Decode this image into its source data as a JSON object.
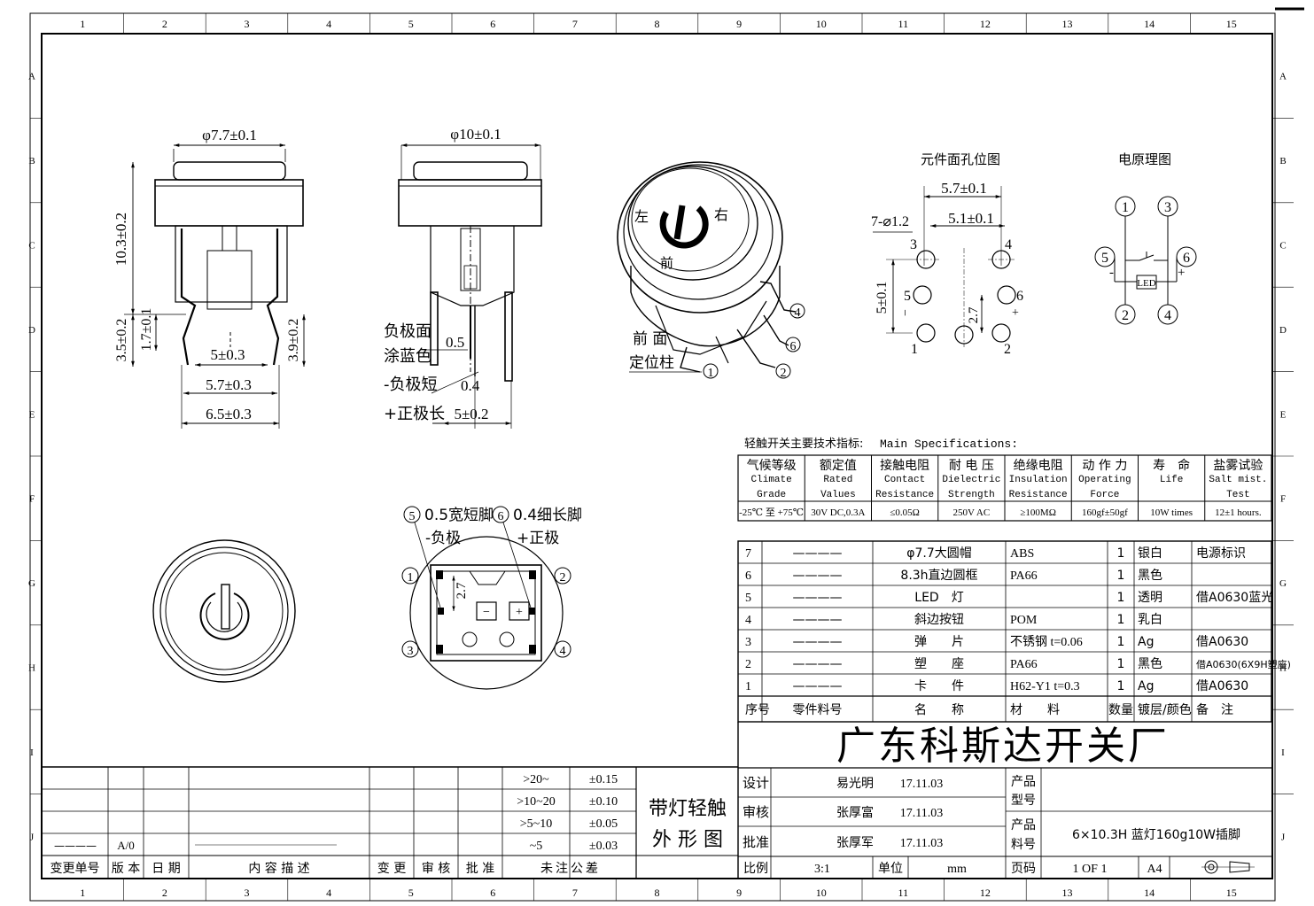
{
  "grid": {
    "columns": [
      "1",
      "2",
      "3",
      "4",
      "5",
      "6",
      "7",
      "8",
      "9",
      "10",
      "11",
      "12",
      "13",
      "14",
      "15"
    ],
    "rows": [
      "A",
      "B",
      "C",
      "D",
      "E",
      "F",
      "G",
      "H",
      "I",
      "J"
    ]
  },
  "view_side": {
    "dia": "φ7.7±0.1",
    "height": "10.3±0.2",
    "dim_35": "3.5±0.2",
    "dim_17": "1.7±0.1",
    "dim_39": "3.9±0.2",
    "dim_5": "5±0.3",
    "dim_57": "5.7±0.3",
    "dim_65": "6.5±0.3"
  },
  "view_front": {
    "dia": "φ10±0.1",
    "neg_face_1": "负极面",
    "neg_face_2": "涂蓝色",
    "dim_05": "0.5",
    "neg_short": "-负极短",
    "dim_04": "0.4",
    "pos_long": "+正极长",
    "dim_5": "5±0.2"
  },
  "view_iso": {
    "left": "左",
    "right": "右",
    "front": "前",
    "front_face": "前 面",
    "locating_pin": "定位柱",
    "pins": [
      "1",
      "2",
      "4",
      "6"
    ]
  },
  "hole_layout": {
    "title": "元件面孔位图",
    "dim_57": "5.7±0.1",
    "dim_51": "5.1±0.1",
    "holes": "7-⌀1.2",
    "dim_50": "5±0.1",
    "dim_27": "2.7",
    "labels": [
      "3",
      "4",
      "5",
      "6",
      "1",
      "2"
    ],
    "minus": "−",
    "plus": "+"
  },
  "schematic": {
    "title": "电原理图",
    "nodes": [
      "1",
      "3",
      "5",
      "6",
      "2",
      "4"
    ],
    "led": "LED",
    "minus": "-",
    "plus": "+"
  },
  "bottom_view": {
    "pin5_label": "0.5宽短脚",
    "pin5_num": "5",
    "pin6_label": "0.4细长脚",
    "pin6_num": "6",
    "neg": "-负极",
    "pos": "+正极",
    "dim_27": "2.7",
    "corner_nums": [
      "1",
      "2",
      "3",
      "4"
    ],
    "minus": "−",
    "plus": "+"
  },
  "specs": {
    "title_cn": "轻触开关主要技术指标:",
    "title_en": "Main Specifications:",
    "columns": [
      {
        "cn": "气候等级",
        "en1": "Climate",
        "en2": "Grade",
        "value": "-25℃ 至 +75℃"
      },
      {
        "cn": "额定值",
        "en1": "Rated",
        "en2": "Values",
        "value": "30V DC,0.3A"
      },
      {
        "cn": "接触电阻",
        "en1": "Contact",
        "en2": "Resistance",
        "value": "≤0.05Ω"
      },
      {
        "cn": "耐 电 压",
        "en1": "Dielectric",
        "en2": "Strength",
        "value": "250V AC"
      },
      {
        "cn": "绝缘电阻",
        "en1": "Insulation",
        "en2": "Resistance",
        "value": "≥100MΩ"
      },
      {
        "cn": "动 作 力",
        "en1": "Operating",
        "en2": "Force",
        "value": "160gf±50gf"
      },
      {
        "cn": "寿　命",
        "en1": "Life",
        "en2": "",
        "value": "10W times"
      },
      {
        "cn": "盐雾试验",
        "en1": "Salt mist.",
        "en2": "Test",
        "value": "12±1 hours."
      }
    ]
  },
  "bom": {
    "rows": [
      {
        "no": "7",
        "part": "————",
        "name": "φ7.7大圆帽",
        "material": "ABS",
        "qty": "1",
        "finish": "银白",
        "note": "电源标识"
      },
      {
        "no": "6",
        "part": "————",
        "name": "8.3h直边圆框",
        "material": "PA66",
        "qty": "1",
        "finish": "黑色",
        "note": ""
      },
      {
        "no": "5",
        "part": "————",
        "name": "LED　灯",
        "material": "",
        "qty": "1",
        "finish": "透明",
        "note": "借A0630蓝光"
      },
      {
        "no": "4",
        "part": "————",
        "name": "斜边按钮",
        "material": "POM",
        "qty": "1",
        "finish": "乳白",
        "note": ""
      },
      {
        "no": "3",
        "part": "————",
        "name": "弹　　片",
        "material": "不锈钢 t=0.06",
        "qty": "1",
        "finish": "Ag",
        "note": "借A0630"
      },
      {
        "no": "2",
        "part": "————",
        "name": "塑　　座",
        "material": "PA66",
        "qty": "1",
        "finish": "黑色",
        "note": "借A0630(6X9H塑座)"
      },
      {
        "no": "1",
        "part": "————",
        "name": "卡　　件",
        "material": "H62-Y1 t=0.3",
        "qty": "1",
        "finish": "Ag",
        "note": "借A0630"
      }
    ],
    "header": {
      "no": "序号",
      "part": "零件料号",
      "name": "名　　称",
      "material": "材　　料",
      "qty": "数量",
      "finish": "镀层/颜色",
      "note": "备　注"
    }
  },
  "title_block": {
    "company": "广东科斯达开关厂",
    "design_label": "设计",
    "designer": "易光明",
    "design_date": "17.11.03",
    "check_label": "审核",
    "checker": "张厚富",
    "check_date": "17.11.03",
    "approve_label": "批准",
    "approver": "张厚军",
    "approve_date": "17.11.03",
    "model_label_1": "产品",
    "model_label_2": "型号",
    "part_label_1": "产品",
    "part_label_2": "料号",
    "part_no": "6×10.3H 蓝灯160g10W插脚",
    "product_1": "带灯轻触",
    "product_2": "外 形 图",
    "scale_label": "比例",
    "scale": "3:1",
    "unit_label": "单位",
    "unit": "mm",
    "page_label": "页码",
    "page": "1 OF 1",
    "size": "A4"
  },
  "tolerance": {
    "rows": [
      {
        "range": ">20~",
        "tol": "±0.15"
      },
      {
        "range": ">10~20",
        "tol": "±0.10"
      },
      {
        "range": ">5~10",
        "tol": "±0.05"
      },
      {
        "range": "~5",
        "tol": "±0.03"
      }
    ],
    "footer": "未注公差"
  },
  "revision": {
    "dash": "————",
    "version": "A/0",
    "headers": [
      "变更单号",
      "版 本",
      "日 期",
      "内 容 描 述",
      "变 更",
      "审 核",
      "批 准"
    ]
  }
}
